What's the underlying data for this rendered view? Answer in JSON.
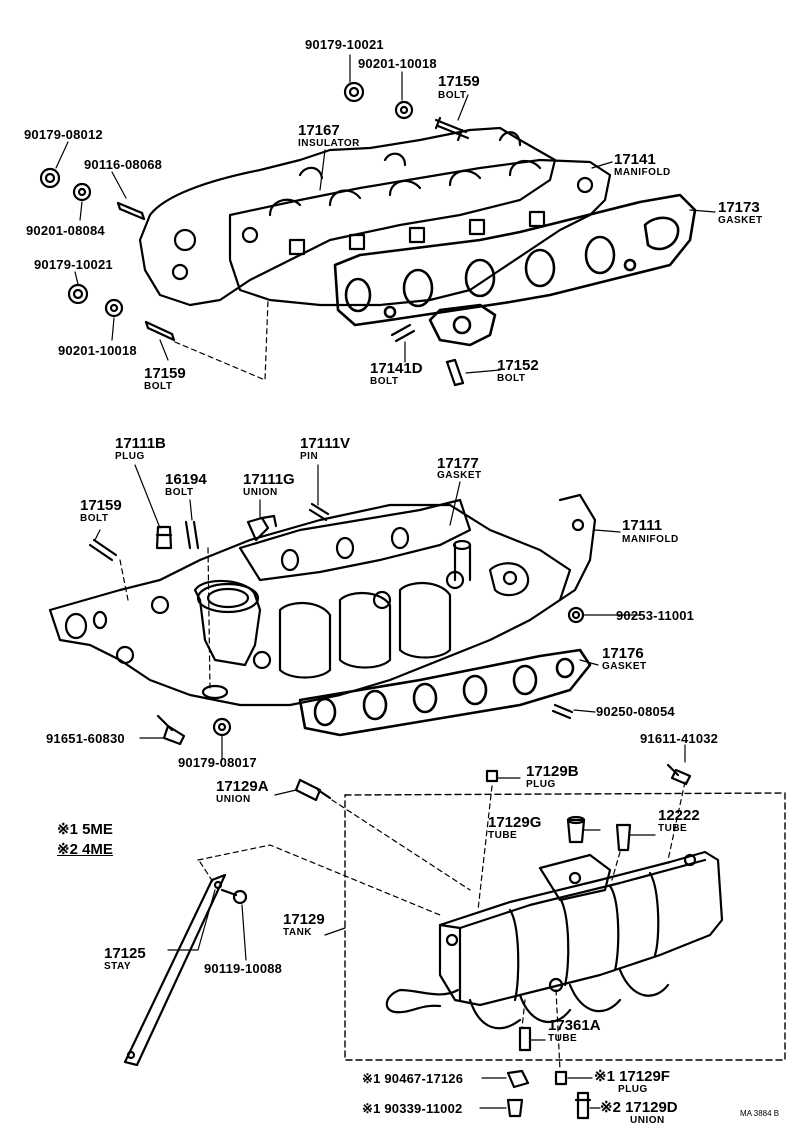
{
  "parts": {
    "p90179_10021_top": {
      "number": "90179-10021"
    },
    "p90201_10018_top": {
      "number": "90201-10018"
    },
    "p17159_top": {
      "number": "17159",
      "name": "BOLT"
    },
    "p90179_08012": {
      "number": "90179-08012"
    },
    "p17167": {
      "number": "17167",
      "name": "INSULATOR"
    },
    "p17141": {
      "number": "17141",
      "name": "MANIFOLD"
    },
    "p90116_08068": {
      "number": "90116-08068"
    },
    "p90201_08084": {
      "number": "90201-08084"
    },
    "p17173": {
      "number": "17173",
      "name": "GASKET"
    },
    "p90179_10021_left": {
      "number": "90179-10021"
    },
    "p90201_10018_left": {
      "number": "90201-10018"
    },
    "p17159_left": {
      "number": "17159",
      "name": "BOLT"
    },
    "p17141D": {
      "number": "17141D",
      "name": "BOLT"
    },
    "p17152": {
      "number": "17152",
      "name": "BOLT"
    },
    "p17111B": {
      "number": "17111B",
      "name": "PLUG"
    },
    "p17111V": {
      "number": "17111V",
      "name": "PIN"
    },
    "p17177": {
      "number": "17177",
      "name": "GASKET"
    },
    "p17159_mid": {
      "number": "17159",
      "name": "BOLT"
    },
    "p16194": {
      "number": "16194",
      "name": "BOLT"
    },
    "p17111G": {
      "number": "17111G",
      "name": "UNION"
    },
    "p17111": {
      "number": "17111",
      "name": "MANIFOLD"
    },
    "p90253_11001": {
      "number": "90253-11001"
    },
    "p17176": {
      "number": "17176",
      "name": "GASKET"
    },
    "p90250_08054": {
      "number": "90250-08054"
    },
    "p91651_60830": {
      "number": "91651-60830"
    },
    "p90179_08017": {
      "number": "90179-08017"
    },
    "p91611_41032": {
      "number": "91611-41032"
    },
    "p17129A": {
      "number": "17129A",
      "name": "UNION"
    },
    "p17129B": {
      "number": "17129B",
      "name": "PLUG"
    },
    "p17129G": {
      "number": "17129G",
      "name": "TUBE"
    },
    "p12222": {
      "number": "12222",
      "name": "TUBE"
    },
    "p17129": {
      "number": "17129",
      "name": "TANK"
    },
    "p17125": {
      "number": "17125",
      "name": "STAY"
    },
    "p90119_10088": {
      "number": "90119-10088"
    },
    "p17361A": {
      "number": "17361A",
      "name": "TUBE"
    },
    "p90467_17126": {
      "number": "※1 90467-17126"
    },
    "p90339_11002": {
      "number": "※1 90339-11002"
    },
    "p17129F": {
      "number": "※1 17129F",
      "name": "PLUG"
    },
    "p17129D": {
      "number": "※2 17129D",
      "name": "UNION"
    }
  },
  "notes": {
    "note1": "※1 5ME",
    "note2": "※2 4ME"
  },
  "footer": {
    "code": "MA 3884 B"
  }
}
